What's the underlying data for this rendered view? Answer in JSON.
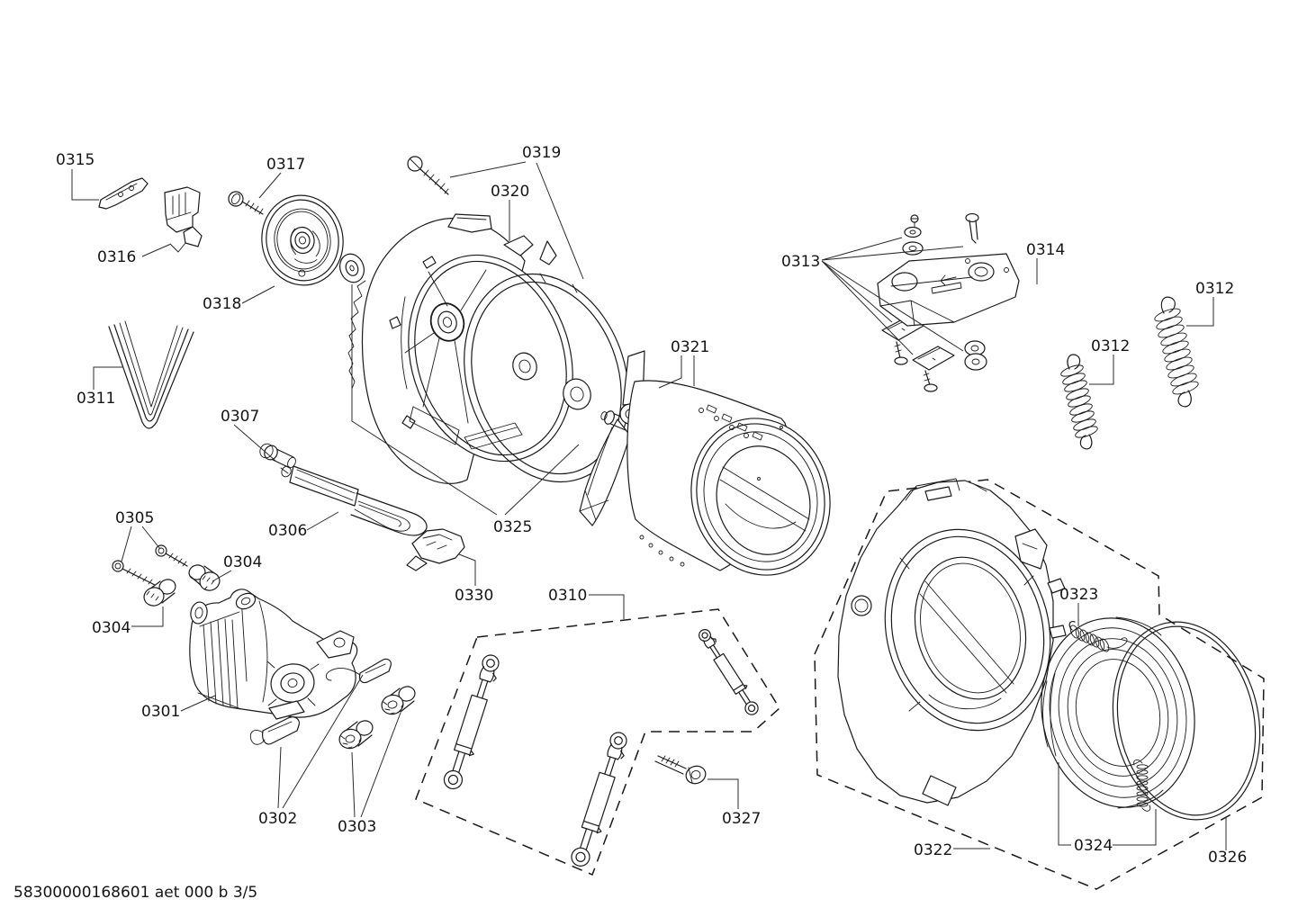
{
  "colors": {
    "ink": "#1a1a1a",
    "background": "#ffffff"
  },
  "footer": {
    "doc_code": "58300000168601 aet 000 b 3/5"
  },
  "labels": {
    "p0301": "0301",
    "p0302": "0302",
    "p0303": "0303",
    "p0304_upper": "0304",
    "p0304_lower": "0304",
    "p0305": "0305",
    "p0306": "0306",
    "p0307": "0307",
    "p0310": "0310",
    "p0311": "0311",
    "p0312_right": "0312",
    "p0312_left": "0312",
    "p0313": "0313",
    "p0314": "0314",
    "p0315": "0315",
    "p0316": "0316",
    "p0317": "0317",
    "p0318": "0318",
    "p0319": "0319",
    "p0320": "0320",
    "p0321": "0321",
    "p0322": "0322",
    "p0323": "0323",
    "p0324": "0324",
    "p0325": "0325",
    "p0326": "0326",
    "p0327": "0327",
    "p0330": "0330"
  }
}
